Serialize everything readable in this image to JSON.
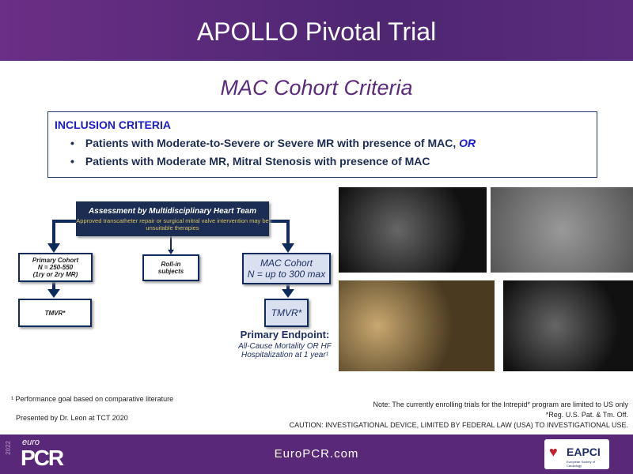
{
  "header": {
    "title": "APOLLO Pivotal Trial"
  },
  "subtitle": "MAC Cohort Criteria",
  "criteria": {
    "heading": "INCLUSION CRITERIA",
    "items": [
      "Patients with Moderate-to-Severe or Severe MR with presence of MAC, ",
      "Patients with Moderate MR, Mitral Stenosis with presence of MAC"
    ],
    "or": "OR"
  },
  "flow": {
    "assess_title": "Assessment by Multidisciplinary Heart Team",
    "assess_note": "Approved transcatheter repair or surgical mitral valve intervention may be unsuitable therapies",
    "primary": [
      "Primary Cohort",
      "N = 250-550",
      "(1ry or 2ry MR)"
    ],
    "rollin": [
      "Roll-in",
      "subjects"
    ],
    "mac": [
      "MAC Cohort",
      "N = up to 300 max"
    ],
    "tmvr": "TMVR*",
    "endpoint_title": "Primary Endpoint:",
    "endpoint_text": "All-Cause Mortality OR HF Hospitalization at 1 year¹"
  },
  "footnotes": {
    "perf": "¹ Performance goal based on comparative literature",
    "presented": "Presented by Dr. Leon at TCT 2020",
    "note": "Note: The currently enrolling trials for the Intrepid* program are limited to US only",
    "reg": "*Reg. U.S. Pat. & Tm. Off.",
    "caution": "CAUTION:  INVESTIGATIONAL DEVICE, LIMITED BY FEDERAL LAW (USA) TO INVESTIGATIONAL  USE."
  },
  "footer": {
    "logo_year": "2022",
    "logo_euro": "euro",
    "logo_pcr": "PCR",
    "url": "EuroPCR.com",
    "eapci": "EAPCI",
    "eapci_sub": "European Society of Cardiology"
  }
}
